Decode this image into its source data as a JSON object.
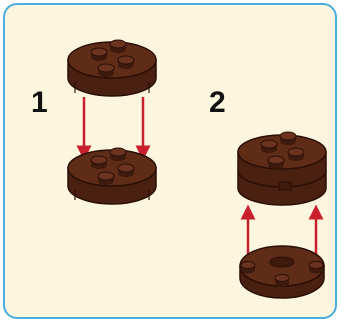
{
  "steps": [
    {
      "number": "1",
      "direction": "down"
    },
    {
      "number": "2",
      "direction": "up"
    }
  ],
  "colors": {
    "panel_bg": "#fdf6df",
    "panel_border": "#4aaee0",
    "brick": "#5a2a17",
    "brick_dark": "#3d1a0c",
    "arrow": "#c8202e"
  }
}
